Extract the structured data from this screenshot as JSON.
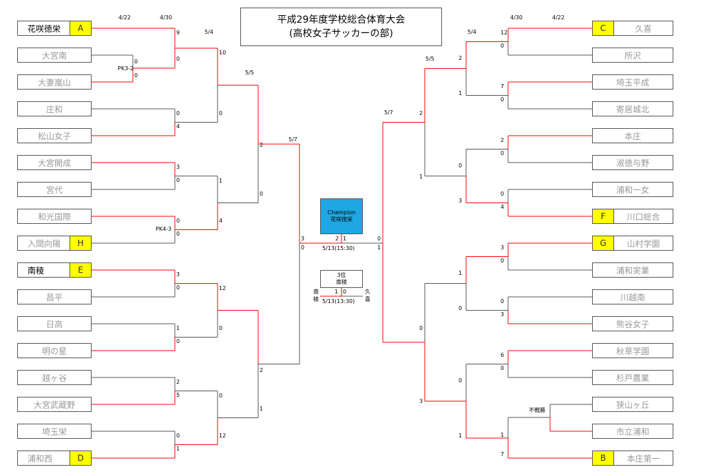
{
  "title": {
    "line1": "平成29年度学校総合体育大会",
    "line2": "(高校女子サッカーの部)"
  },
  "champion": {
    "label": "Champion",
    "team": "花咲徳栄"
  },
  "third_place": {
    "label": "3位",
    "team": "南稜",
    "date": "5/13(13:30)",
    "team_left": [
      "南",
      "稜"
    ],
    "team_right": [
      "久",
      "喜"
    ],
    "score_left": "1",
    "score_right": "0"
  },
  "final": {
    "date_label": "5/13(15:30)",
    "score_left": "2",
    "score_right": "1"
  },
  "left_teams": [
    {
      "name": "花咲徳栄",
      "seed": "A",
      "hl": true
    },
    {
      "name": "大宮南"
    },
    {
      "name": "大妻嵐山"
    },
    {
      "name": "庄和"
    },
    {
      "name": "松山女子"
    },
    {
      "name": "大宮開成"
    },
    {
      "name": "宮代"
    },
    {
      "name": "和光国際"
    },
    {
      "name": "入間向陽",
      "seed": "H"
    },
    {
      "name": "南稜",
      "seed": "E",
      "hl": true
    },
    {
      "name": "昌平"
    },
    {
      "name": "日高"
    },
    {
      "name": "明の星"
    },
    {
      "name": "越ヶ谷"
    },
    {
      "name": "大宮武蔵野"
    },
    {
      "name": "埼玉栄"
    },
    {
      "name": "浦和西",
      "seed": "D"
    }
  ],
  "right_teams": [
    {
      "name": "久喜",
      "seed": "C"
    },
    {
      "name": "所沢"
    },
    {
      "name": "埼玉平成"
    },
    {
      "name": "寄居城北"
    },
    {
      "name": "本庄"
    },
    {
      "name": "淑徳与野"
    },
    {
      "name": "浦和一女"
    },
    {
      "name": "川口総合",
      "seed": "F"
    },
    {
      "name": "山村学園",
      "seed": "G"
    },
    {
      "name": "浦和実業"
    },
    {
      "name": "川越南"
    },
    {
      "name": "熊谷女子"
    },
    {
      "name": "秋草学園"
    },
    {
      "name": "杉戸農業"
    },
    {
      "name": "狭山ヶ丘"
    },
    {
      "name": "市立浦和"
    },
    {
      "name": "本庄第一",
      "seed": "B"
    }
  ],
  "dates": {
    "l_r1": "4/22",
    "l_r2": "4/30",
    "l_r3": "5/4",
    "l_r4": "5/5",
    "l_sf": "5/7",
    "r_r1": "4/22",
    "r_r2": "4/30",
    "r_r3": "5/4",
    "r_r4": "5/5",
    "r_sf": "5/7"
  },
  "notes": {
    "pk1": "PK3-2",
    "pk2": "PK4-3",
    "walkover": "不戦勝"
  },
  "scores": {
    "L_r1_a": "0",
    "L_r1_b": "0",
    "L_r2_1a": "9",
    "L_r2_1b": "0",
    "L_r2_2a": "0",
    "L_r2_2b": "4",
    "L_r2_3a": "3",
    "L_r2_3b": "0",
    "L_r2_4a": "0",
    "L_r2_4b": "0",
    "L_r2_5a": "3",
    "L_r2_5b": "0",
    "L_r2_6a": "1",
    "L_r2_6b": "0",
    "L_r2_7a": "2",
    "L_r2_7b": "5",
    "L_r2_8a": "0",
    "L_r2_8b": "1",
    "L_r3_1a": "10",
    "L_r3_1b": "0",
    "L_r3_2a": "1",
    "L_r3_2b": "4",
    "L_r3_3a": "12",
    "L_r3_3b": "0",
    "L_r3_4a": "0",
    "L_r3_4b": "12",
    "L_r4_1a": "2",
    "L_r4_1b": "0",
    "L_r4_2a": "2",
    "L_r4_2b": "1",
    "L_sf_a": "3",
    "L_sf_b": "0",
    "R_r2_1a": "12",
    "R_r2_1b": "0",
    "R_r2_2a": "7",
    "R_r2_2b": "0",
    "R_r2_3a": "2",
    "R_r2_3b": "0",
    "R_r2_4a": "0",
    "R_r2_4b": "4",
    "R_r2_5a": "3",
    "R_r2_5b": "0",
    "R_r2_6a": "0",
    "R_r2_6b": "3",
    "R_r2_7a": "6",
    "R_r2_7b": "0",
    "R_r2_8a": "1",
    "R_r2_8b": "7",
    "R_r3_1a": "2",
    "R_r3_1b": "1",
    "R_r3_2a": "0",
    "R_r3_2b": "3",
    "R_r3_3a": "1",
    "R_r3_3b": "0",
    "R_r3_4a": "0",
    "R_r3_4b": "1",
    "R_r4_1a": "2",
    "R_r4_1b": "1",
    "R_r4_2a": "0",
    "R_r4_2b": "3",
    "R_sf_a": "0",
    "R_sf_b": "1"
  },
  "colors": {
    "win": "#ff0000",
    "lose": "#555555",
    "seed": "#ffff00",
    "champion": "#1ea7e1"
  }
}
